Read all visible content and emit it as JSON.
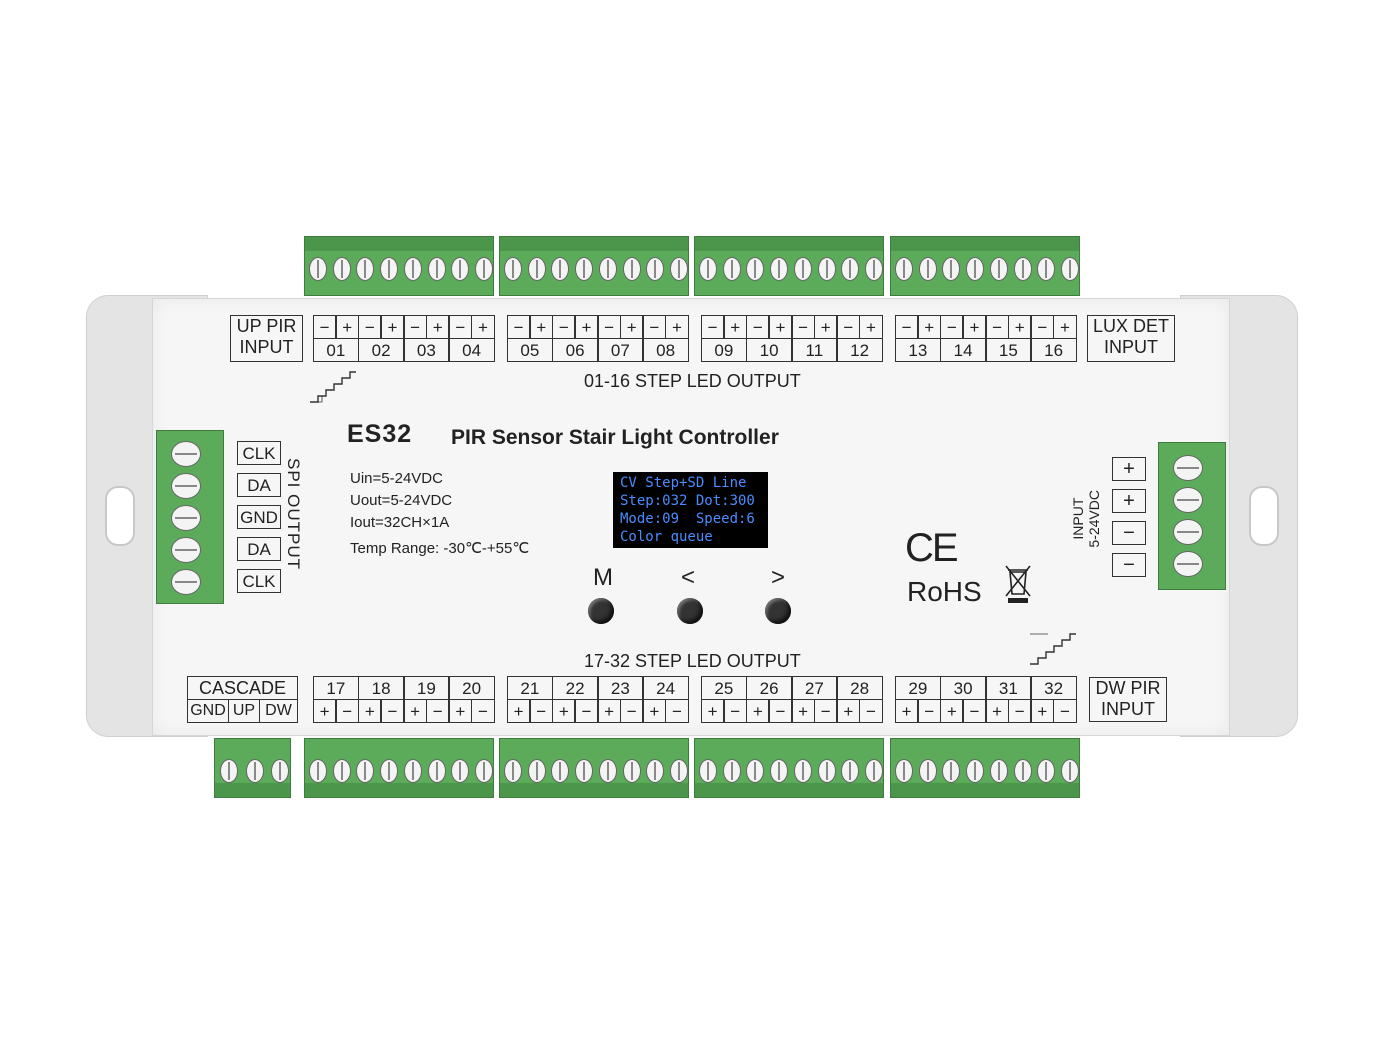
{
  "device": {
    "model": "ES32",
    "title": "PIR Sensor Stair Light Controller",
    "specs": [
      "Uin=5-24VDC",
      "Uout=5-24VDC",
      "Iout=32CH×1A",
      "Temp Range: -30℃-+55℃"
    ]
  },
  "labels": {
    "up_pir": [
      "UP PIR",
      "INPUT"
    ],
    "lux_det": [
      "LUX DET",
      "INPUT"
    ],
    "dw_pir": [
      "DW PIR",
      "INPUT"
    ],
    "output_top": "01-16 STEP LED OUTPUT",
    "output_bottom": "17-32 STEP LED OUTPUT",
    "spi_output": "SPI OUTPUT",
    "input_line1": "INPUT",
    "input_line2": "5-24VDC",
    "cascade": "CASCADE",
    "cascade_pins": [
      "GND",
      "UP",
      "DW"
    ],
    "spi_pins": [
      "CLK",
      "DA",
      "GND",
      "DA",
      "CLK"
    ],
    "power_pins": [
      "+",
      "+",
      "−",
      "−"
    ],
    "polarity": [
      "−",
      "+"
    ],
    "polarity_bottom": [
      "+",
      "−"
    ]
  },
  "channels_top": [
    "01",
    "02",
    "03",
    "04",
    "05",
    "06",
    "07",
    "08",
    "09",
    "10",
    "11",
    "12",
    "13",
    "14",
    "15",
    "16"
  ],
  "channels_bottom": [
    "17",
    "18",
    "19",
    "20",
    "21",
    "22",
    "23",
    "24",
    "25",
    "26",
    "27",
    "28",
    "29",
    "30",
    "31",
    "32"
  ],
  "oled": {
    "lines": [
      "CV Step+SD Line",
      "Step:032 Dot:300",
      "Mode:09  Speed:6",
      "Color queue"
    ]
  },
  "buttons": {
    "m": "M",
    "prev": "<",
    "next": ">"
  },
  "marks": {
    "ce": "CE",
    "rohs": "RoHS"
  },
  "colors": {
    "terminal": "#5bab5a",
    "oled_text": "#4a8cff",
    "housing": "#f6f6f6"
  }
}
